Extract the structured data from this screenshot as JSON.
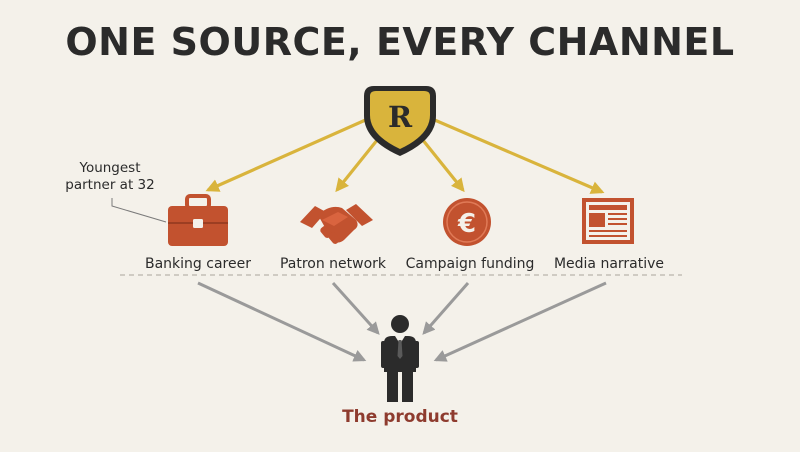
{
  "title": "ONE SOURCE, EVERY CHANNEL",
  "source": {
    "letter": "R",
    "icon": "shield-monogram-icon"
  },
  "annotation": {
    "line1": "Youngest",
    "line2": "partner at 32"
  },
  "channels": [
    {
      "label": "Banking career",
      "icon": "briefcase-icon"
    },
    {
      "label": "Patron network",
      "icon": "handshake-icon"
    },
    {
      "label": "Campaign funding",
      "icon": "euro-coin-icon"
    },
    {
      "label": "Media narrative",
      "icon": "newspaper-icon"
    }
  ],
  "product": {
    "label": "The product",
    "icon": "businessman-icon"
  },
  "colors": {
    "background": "#f4f1ea",
    "gold": "#d9b43c",
    "rust": "#c2522f",
    "dark": "#2b2b2b",
    "gray_arrow": "#9a9a9a",
    "product_text": "#8e3b2e"
  }
}
